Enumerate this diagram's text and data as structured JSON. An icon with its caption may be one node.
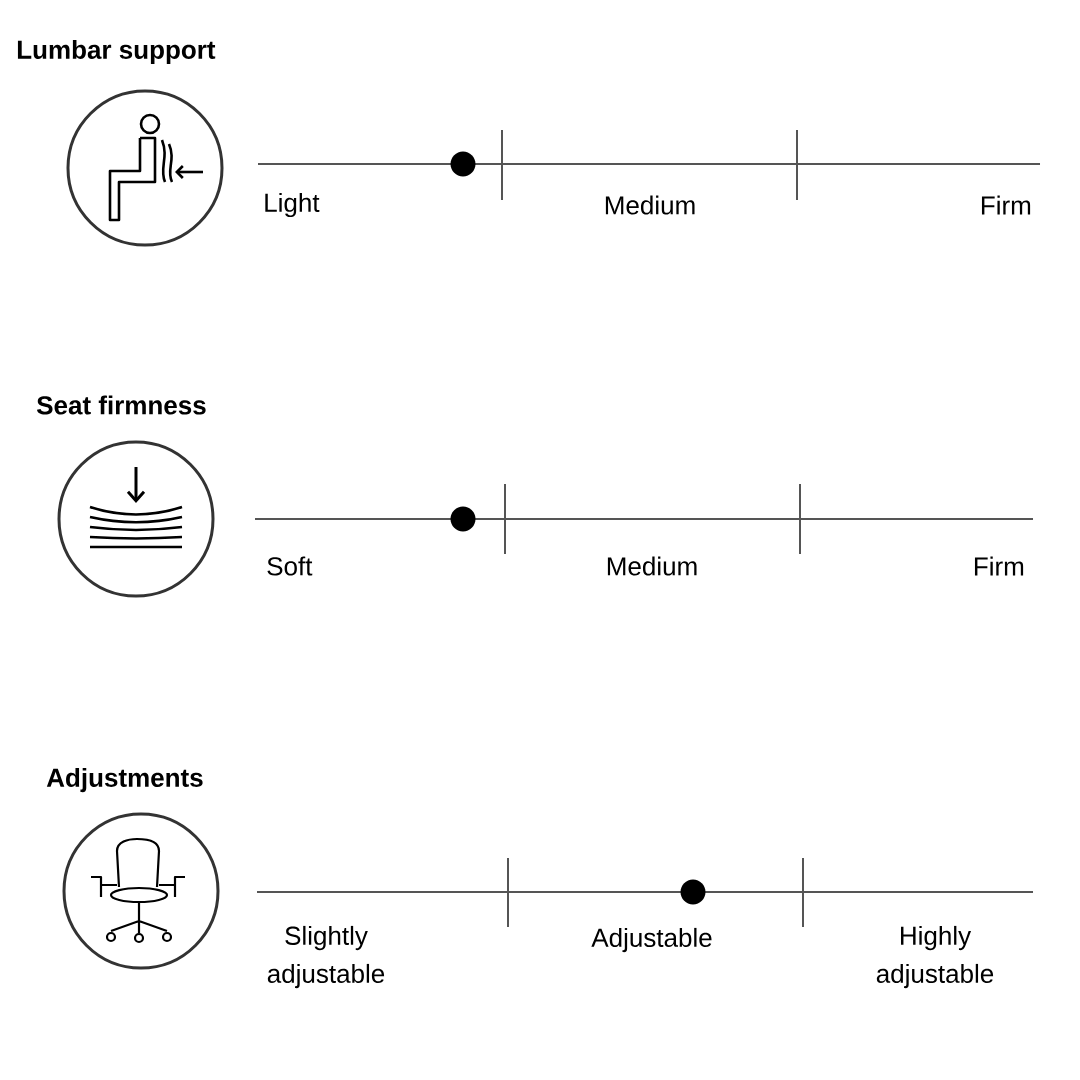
{
  "diagram": {
    "nodes": [
      {
        "text": [
          "Lumbar support"
        ]
      },
      {
        "text": [
          "Seat firmness"
        ]
      },
      {
        "text": [
          "Adjustments"
        ]
      }
    ],
    "labels": [
      "Light",
      "Medium",
      "Firm",
      "Soft",
      "Medium",
      "Firm",
      "Slightly adjustable",
      "Adjustable",
      "Highly adjustable"
    ]
  }
}
